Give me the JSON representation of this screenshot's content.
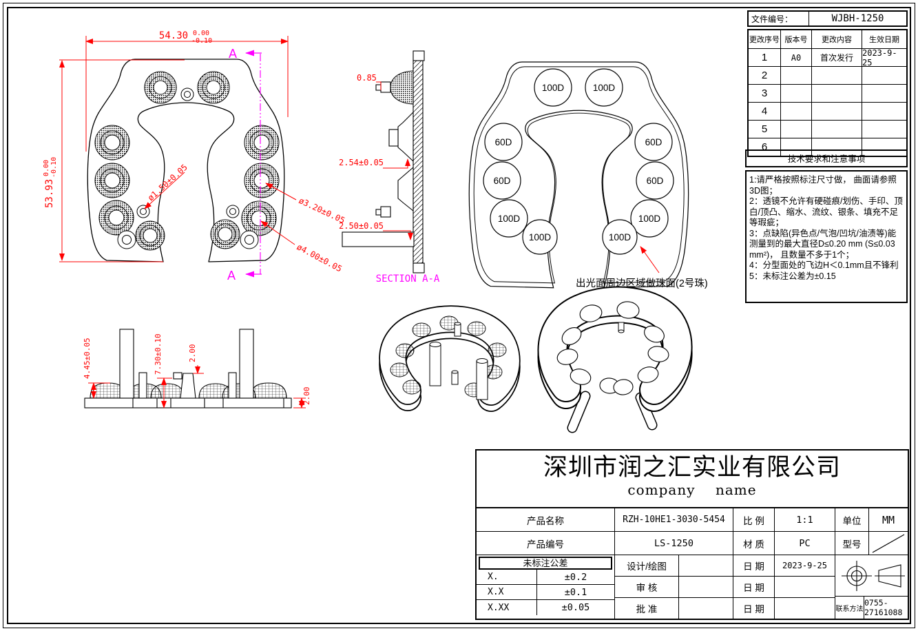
{
  "colors": {
    "line": "#000000",
    "dimension": "#ff0000",
    "section": "#ff00ff",
    "background": "#ffffff"
  },
  "file_info": {
    "label": "文件编号：",
    "value": "WJBH-1250"
  },
  "revision_table": {
    "headers": [
      "更改序号",
      "版本号",
      "更改内容",
      "生效日期"
    ],
    "rows": [
      [
        "1",
        "A0",
        "首次发行",
        "2023-9-25"
      ],
      [
        "2",
        "",
        "",
        ""
      ],
      [
        "3",
        "",
        "",
        ""
      ],
      [
        "4",
        "",
        "",
        ""
      ],
      [
        "5",
        "",
        "",
        ""
      ],
      [
        "6",
        "",
        "",
        ""
      ]
    ]
  },
  "tech_notes": {
    "title": "技术要求和注意事项",
    "lines": [
      "1:请严格按照标注尺寸做， 曲面请参照3D图；",
      "2：透镜不允许有硬碰痕/划伤、手印、顶白/顶凸、缩水、流纹、银条、填充不足等瑕疵；",
      "3：点缺陷(异色点/气泡/凹坑/油渍等)能测量到的最大直径D≤0.20 mm (S≤0.03 mm²)， 且数量不多于1个；",
      "4：分型面处的飞边H＜0.1mm且不锋利",
      "5：未标注公差为±0.15"
    ]
  },
  "front_view": {
    "section_label": "A",
    "width": {
      "value": "54.30",
      "tol_up": "0.00",
      "tol_dn": "-0.10"
    },
    "height": {
      "value": "53.93",
      "tol_up": "0.00",
      "tol_dn": "-0.10"
    },
    "dia_small": "ø1.50±0.05",
    "dia_mid": "ø3.20±0.05",
    "dia_large": "ø4.00±0.05"
  },
  "section_view": {
    "label": "SECTION A-A",
    "dim_top": "0.85",
    "dim_mid": "2.54±0.05",
    "dim_bottom": "2.50±0.05"
  },
  "outline_view": {
    "labels": [
      "100D",
      "100D",
      "60D",
      "60D",
      "100D",
      "100D",
      "60D",
      "60D",
      "100D",
      "100D"
    ],
    "note": "出光面周边区域做珠面(2号珠)"
  },
  "side_view": {
    "dim_dome": "4.45±0.05",
    "dim_peg": "7.30±0.10",
    "dim_step": "2.00",
    "dim_base": "2.00"
  },
  "title_block": {
    "company": "深圳市润之汇实业有限公司",
    "company_en": "company    name",
    "product_name_label": "产品名称",
    "product_name": "RZH-10HE1-3030-5454",
    "scale_label": "比 例",
    "scale_value": "1:1",
    "unit_label": "单位",
    "unit_value": "MM",
    "product_no_label": "产品编号",
    "product_no": "LS-1250",
    "material_label": "材 质",
    "material_value": "PC",
    "model_label": "型号",
    "tolerance_title": "未标注公差",
    "tolerance_rows": [
      [
        "X.",
        "±0.2"
      ],
      [
        "X.X",
        "±0.1"
      ],
      [
        "X.XX",
        "±0.05"
      ]
    ],
    "design_label": "设计/绘图",
    "check_label": "审  核",
    "approve_label": "批  准",
    "date_label": "日 期",
    "design_date": "2023-9-25",
    "contact_label": "联系方法",
    "contact_value": "0755-27161088"
  }
}
